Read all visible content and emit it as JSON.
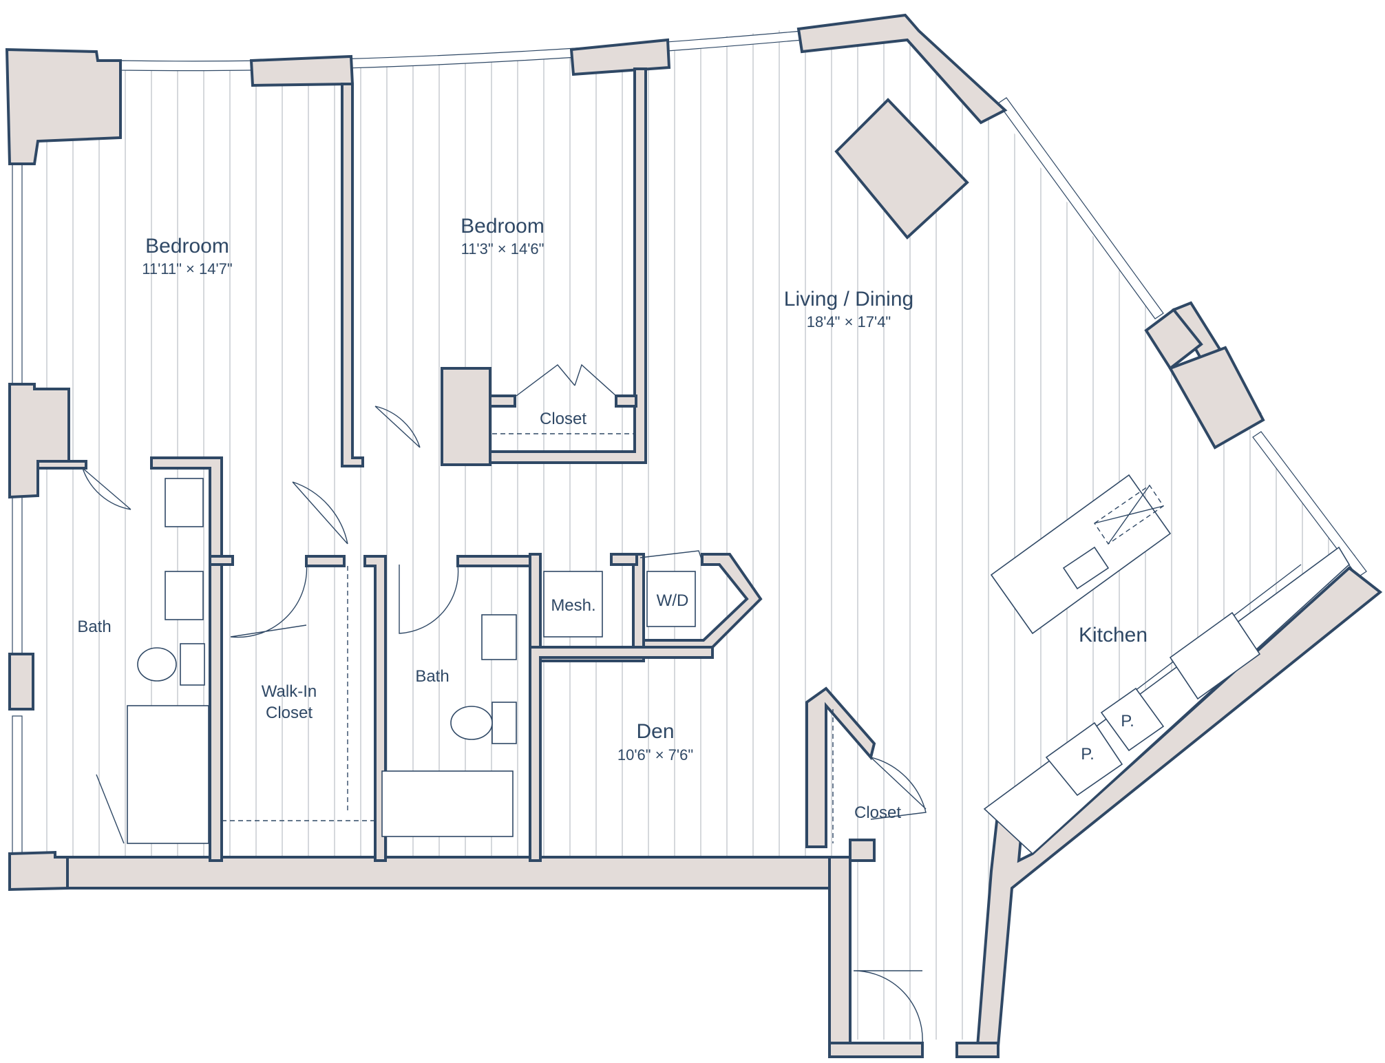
{
  "rooms": {
    "bedroom_1": {
      "label": "Bedroom",
      "dims": "11'11\" × 14'7\""
    },
    "bedroom_2": {
      "label": "Bedroom",
      "dims": "11'3\" × 14'6\""
    },
    "living": {
      "label": "Living / Dining",
      "dims": "18'4\" × 17'4\""
    },
    "den": {
      "label": "Den",
      "dims": "10'6\" × 7'6\""
    },
    "bath_1": {
      "label": "Bath"
    },
    "bath_2": {
      "label": "Bath"
    },
    "walk_in_closet": {
      "line1": "Walk-In",
      "line2": "Closet"
    },
    "closet_1": {
      "label": "Closet"
    },
    "closet_2": {
      "label": "Closet"
    },
    "kitchen": {
      "label": "Kitchen"
    }
  },
  "fixtures": {
    "mesh": "Mesh.",
    "wd": "W/D",
    "pantry_1": "P.",
    "pantry_2": "P."
  },
  "colors": {
    "wall_fill": "#e3dcd9",
    "line": "#2f4865",
    "floor_boards": "#b9bdc4"
  }
}
